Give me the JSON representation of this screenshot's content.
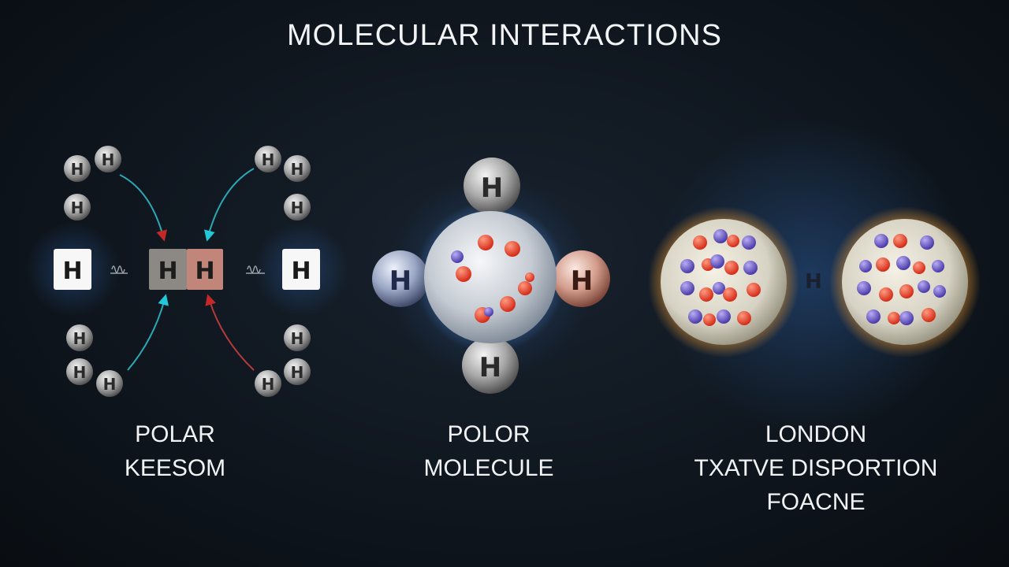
{
  "title": "MOLECULAR INTERACTIONS",
  "atom_symbol": "H",
  "panels": [
    {
      "caption_lines": [
        "POLAR",
        "KEESOM"
      ]
    },
    {
      "caption_lines": [
        "POLOR",
        "MOLECULE"
      ]
    },
    {
      "caption_lines": [
        "LONDON",
        "TXATVE DISPORTION",
        "FOACNE"
      ]
    }
  ],
  "colors": {
    "background": "#0c1117",
    "positive_charge": "#e8442c",
    "negative_charge": "#6a58c8",
    "attraction_arrow_red": "#c62828",
    "attraction_arrow_cyan": "#22c8d8",
    "glow_orange": "#f09a30",
    "glow_blue": "#5aa0ff"
  }
}
